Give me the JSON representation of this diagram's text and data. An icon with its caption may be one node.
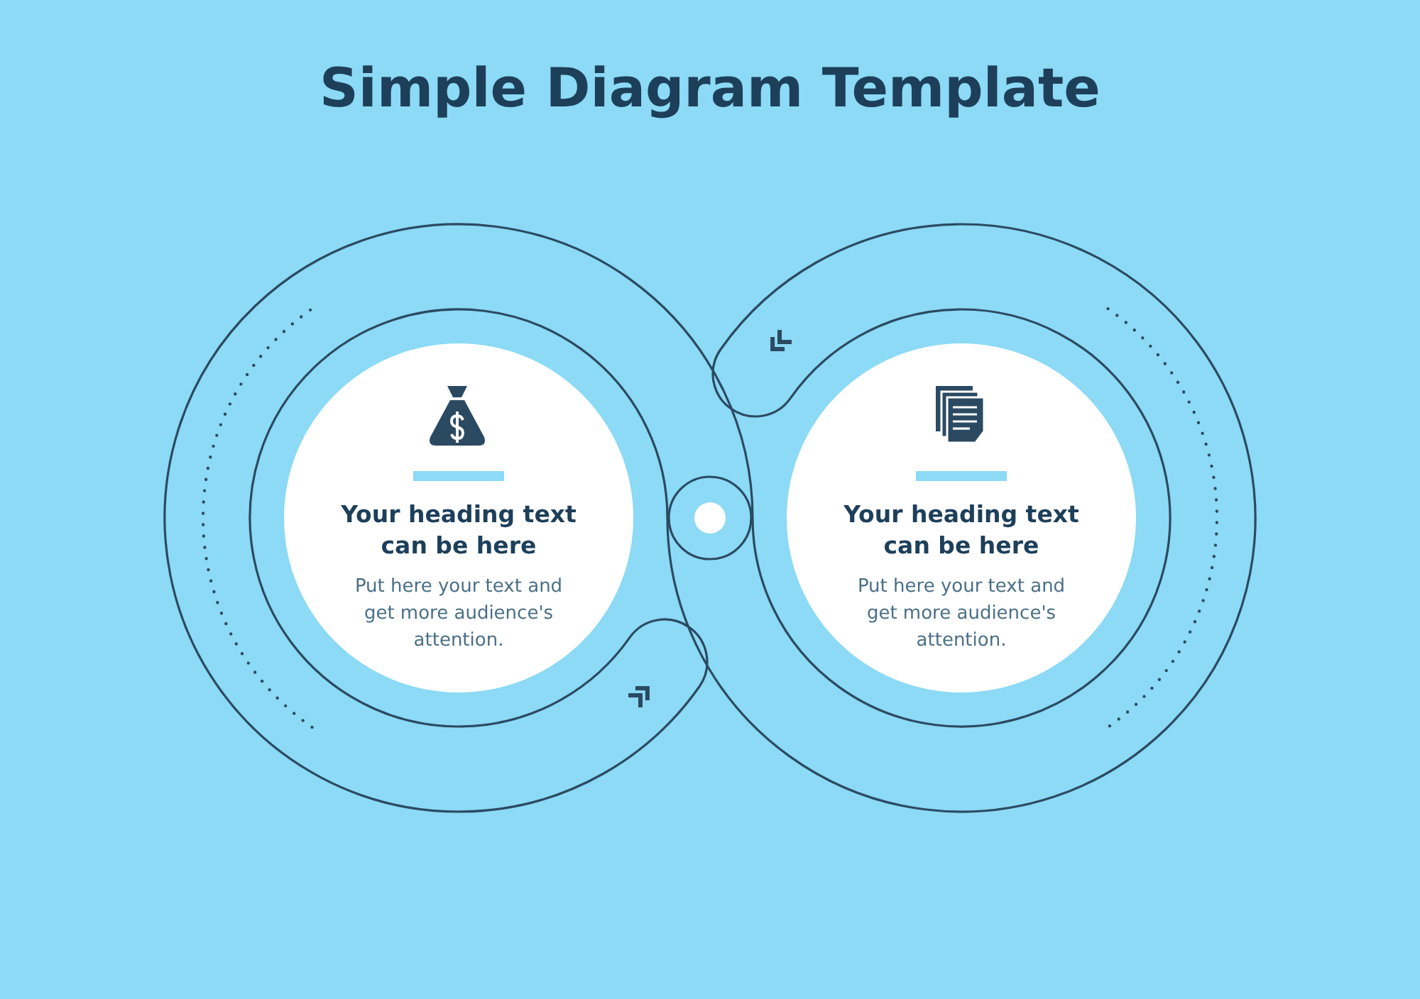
{
  "diagram": {
    "title": "Simple Diagram Template",
    "nodes": [
      {
        "text": [
          "Your heading text can be here",
          "Put here your text and get more audience's attention."
        ]
      },
      {
        "text": [
          "Your heading text can be here",
          "Put here your text and get more audience's attention."
        ]
      }
    ]
  }
}
